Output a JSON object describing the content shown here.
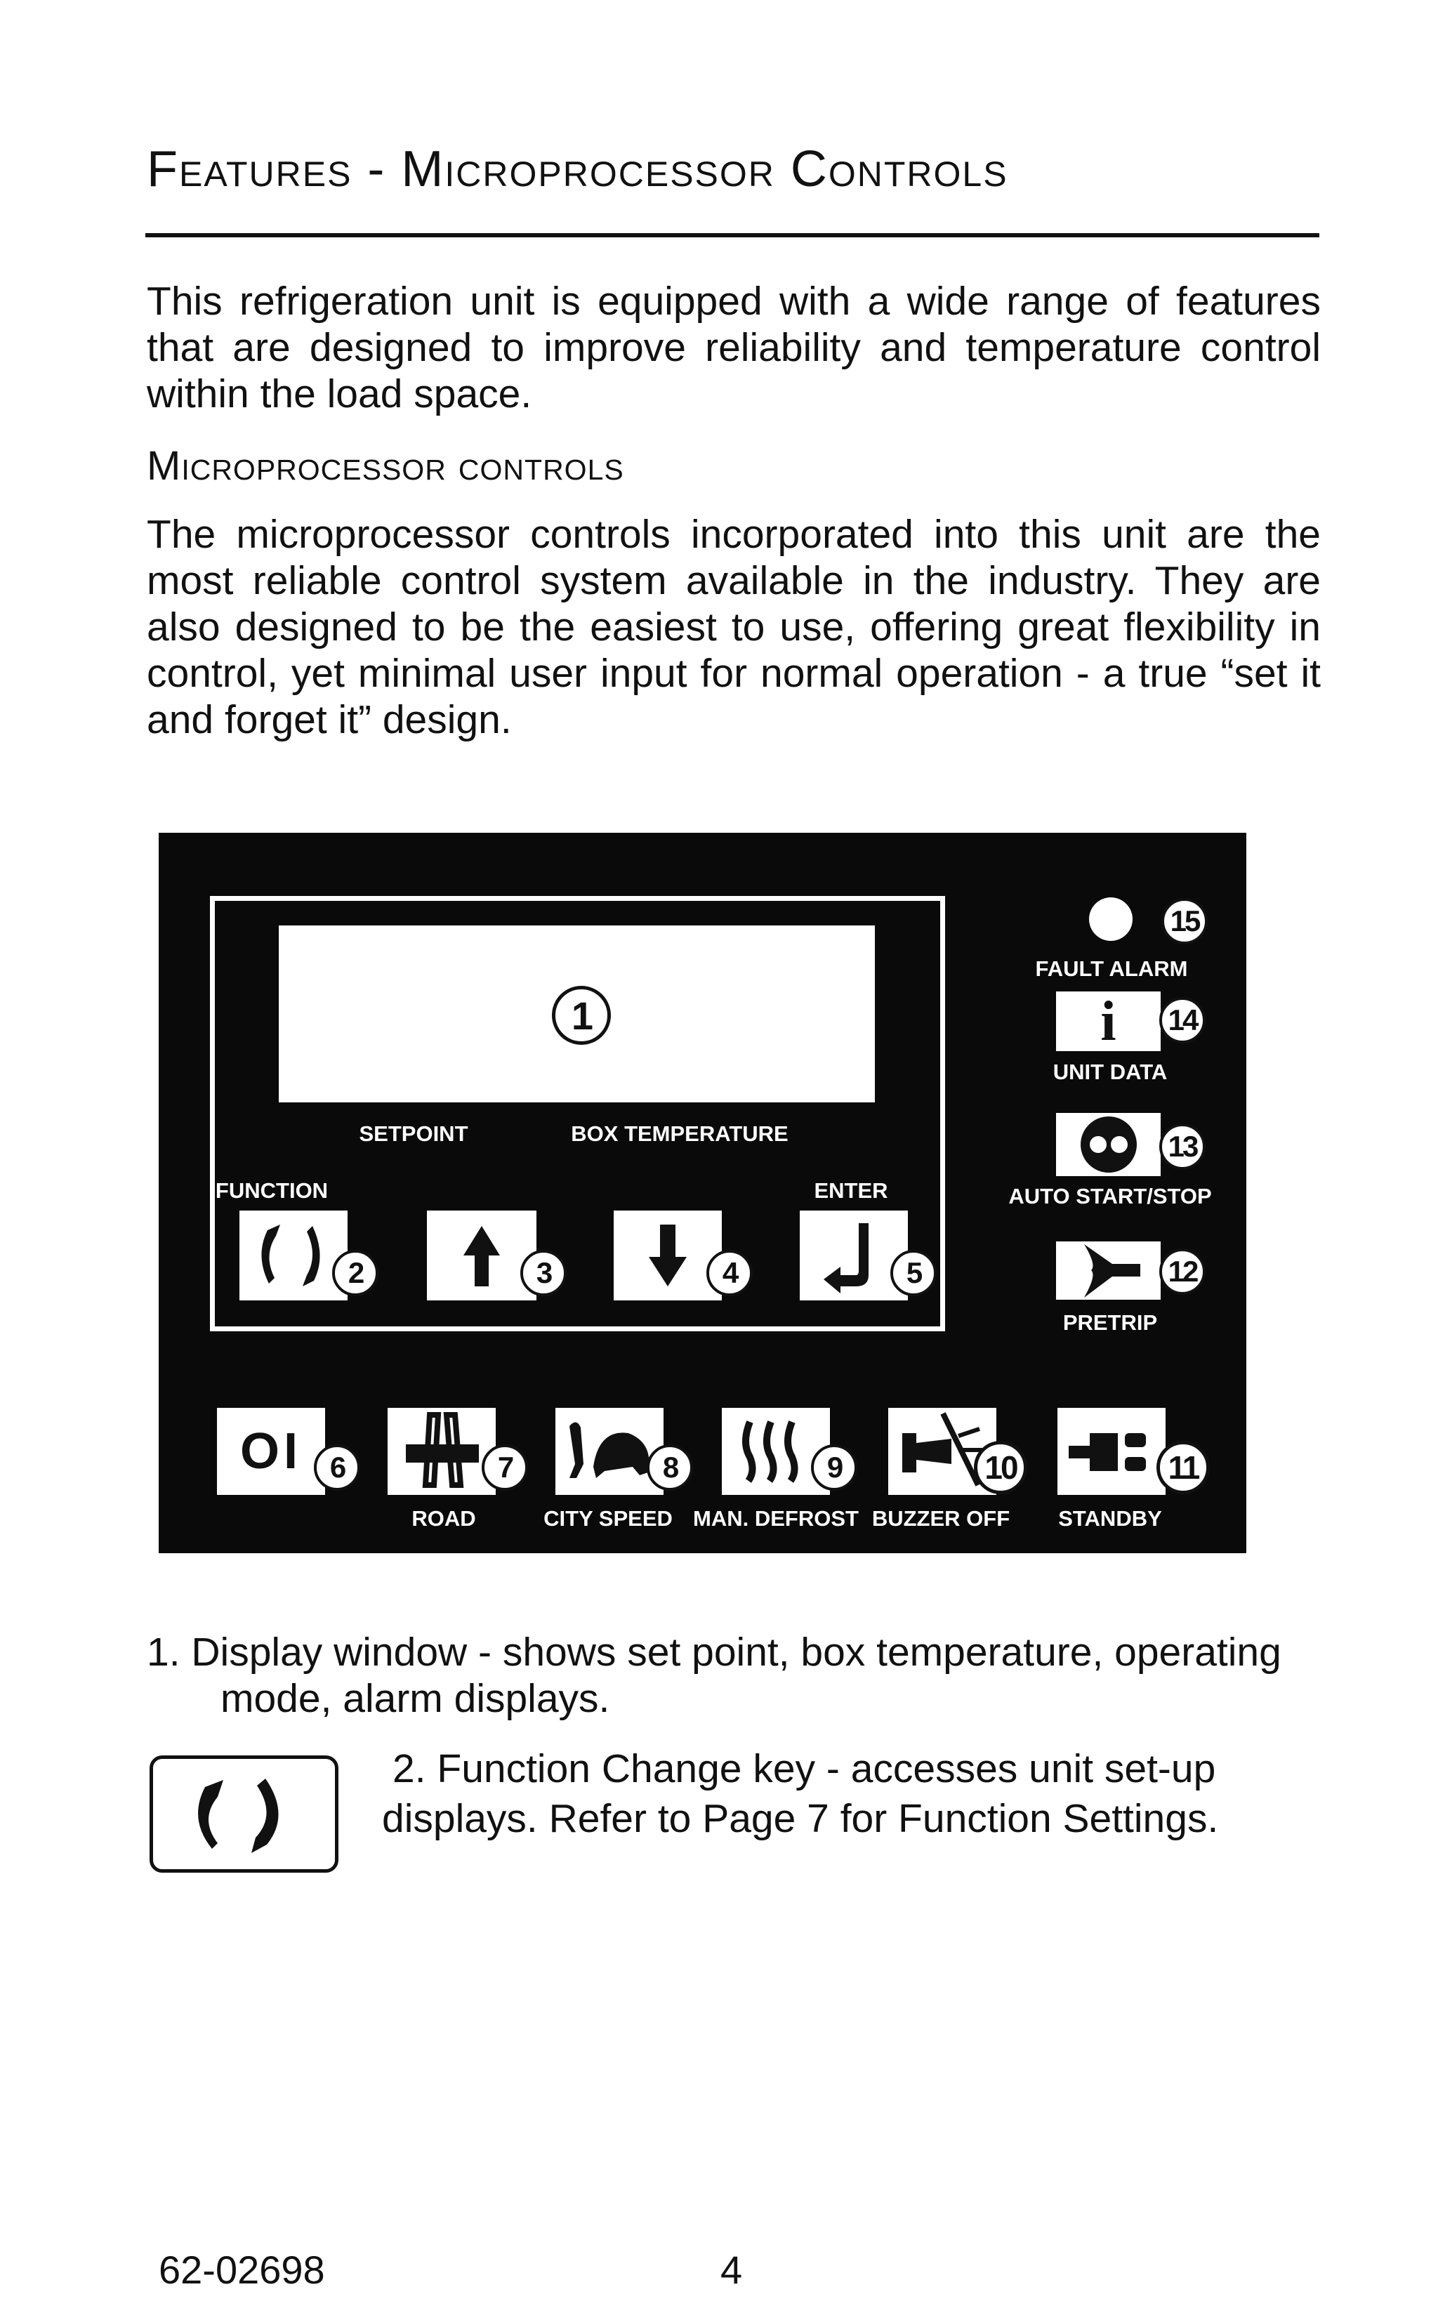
{
  "header": {
    "title": "Features - Microprocessor Controls"
  },
  "intro": {
    "text": "This refrigeration unit is equipped with a wide range of features that are designed to improve reliability and temperature control within the load space."
  },
  "section": {
    "heading": "Microprocessor controls",
    "text": "The microprocessor controls incorporated into this unit are the most reliable control system available in the industry. They are also designed to be the easiest to use, offering great flexibility in control, yet minimal user input for normal operation - a true “set it and forget it” design."
  },
  "panel": {
    "display_badge": "1",
    "setpoint_label": "SETPOINT",
    "box_temp_label": "BOX TEMPERATURE",
    "function_label": "FUNCTION",
    "enter_label": "ENTER",
    "keys_top": [
      {
        "badge": "2",
        "icon": "function-change-icon"
      },
      {
        "badge": "3",
        "icon": "arrow-up-icon"
      },
      {
        "badge": "4",
        "icon": "arrow-down-icon"
      },
      {
        "badge": "5",
        "icon": "enter-icon"
      }
    ],
    "right": [
      {
        "badge": "15",
        "label": "FAULT ALARM",
        "icon": "fault-alarm-led-icon"
      },
      {
        "badge": "14",
        "label": "UNIT DATA",
        "icon": "info-icon"
      },
      {
        "badge": "13",
        "label": "AUTO START/STOP",
        "icon": "auto-start-stop-icon"
      },
      {
        "badge": "12",
        "label": "PRETRIP",
        "icon": "pretrip-icon"
      }
    ],
    "keys_bottom": [
      {
        "badge": "6",
        "label": "",
        "icon": "on-off-icon",
        "glyph": "OI"
      },
      {
        "badge": "7",
        "label": "ROAD",
        "icon": "road-icon"
      },
      {
        "badge": "8",
        "label": "CITY SPEED",
        "icon": "city-speed-turtle-icon"
      },
      {
        "badge": "9",
        "label": "MAN. DEFROST",
        "icon": "defrost-icon"
      },
      {
        "badge": "10",
        "label": "BUZZER OFF",
        "icon": "buzzer-off-icon"
      },
      {
        "badge": "11",
        "label": "STANDBY",
        "icon": "standby-plug-icon"
      }
    ],
    "info_glyph": "i"
  },
  "items": [
    {
      "line1": "1.  Display window - shows set point, box temperature, operating",
      "line2": "mode, alarm displays."
    },
    {
      "line1": "2.  Function Change key - accesses unit set-up",
      "line2": "displays.  Refer to Page 7 for Function Settings.",
      "icon": "function-change-icon"
    }
  ],
  "footer": {
    "doc_number": "62-02698",
    "page": "4"
  }
}
